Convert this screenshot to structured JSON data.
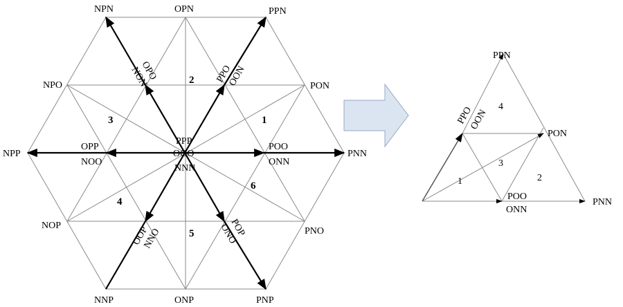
{
  "hexagon": {
    "vertices": {
      "PNN": "PNN",
      "PPN": "PPN",
      "NPN": "NPN",
      "NPP": "NPP",
      "NNP": "NNP",
      "PNP": "PNP"
    },
    "mids": {
      "OPN": "OPN",
      "PON": "PON",
      "PNO": "PNO",
      "ONP": "ONP",
      "NOP": "NOP",
      "NPO": "NPO"
    },
    "small": {
      "POO": "POO",
      "ONN": "ONN",
      "PPO": "PPO",
      "OON": "OON",
      "OPO": "OPO",
      "NON": "NON",
      "OPP": "OPP",
      "NOO": "NOO",
      "OOP": "OOP",
      "NNO": "NNO",
      "POP": "POP",
      "ONO": "ONO"
    },
    "zero": {
      "PPP": "PPP",
      "OOO": "OOO",
      "NNN": "NNN"
    },
    "sectors": [
      "1",
      "2",
      "3",
      "4",
      "5",
      "6"
    ]
  },
  "sub_triangle": {
    "labels": {
      "PPN": "PPN",
      "PON": "PON",
      "PNN": "PNN",
      "POO": "POO",
      "ONN": "ONN",
      "PPO": "PPO",
      "OON": "OON"
    },
    "regions": [
      "1",
      "2",
      "3",
      "4"
    ]
  },
  "colors": {
    "arrow_fill": "#dbe5f1",
    "arrow_stroke": "#95a9c4"
  }
}
